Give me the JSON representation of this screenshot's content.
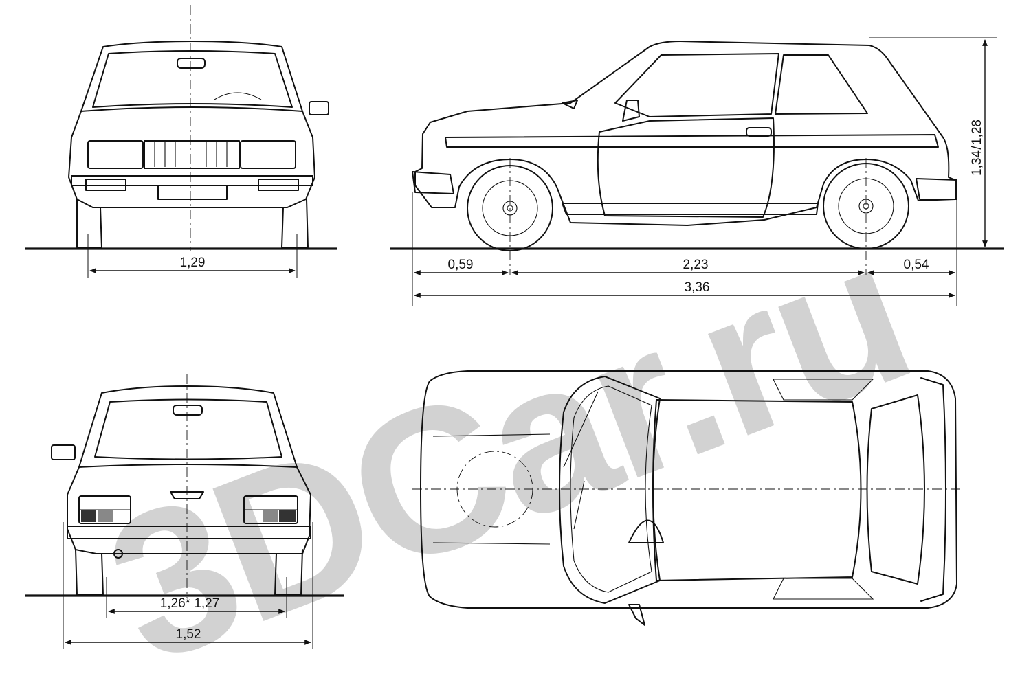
{
  "watermark": {
    "text": "3DCar.ru",
    "color": "#d2d2d2"
  },
  "colors": {
    "ink": "#111111",
    "paper": "#ffffff"
  },
  "front_view": {
    "track_label": "1,29"
  },
  "side_view": {
    "front_overhang_label": "0,59",
    "wheelbase_label": "2,23",
    "rear_overhang_label": "0,54",
    "overall_length_label": "3,36",
    "height_label_a": "1,34",
    "height_label_b": "1,28"
  },
  "rear_view": {
    "rear_track_label": "1,26* 1,27",
    "overall_width_label": "1,52"
  }
}
